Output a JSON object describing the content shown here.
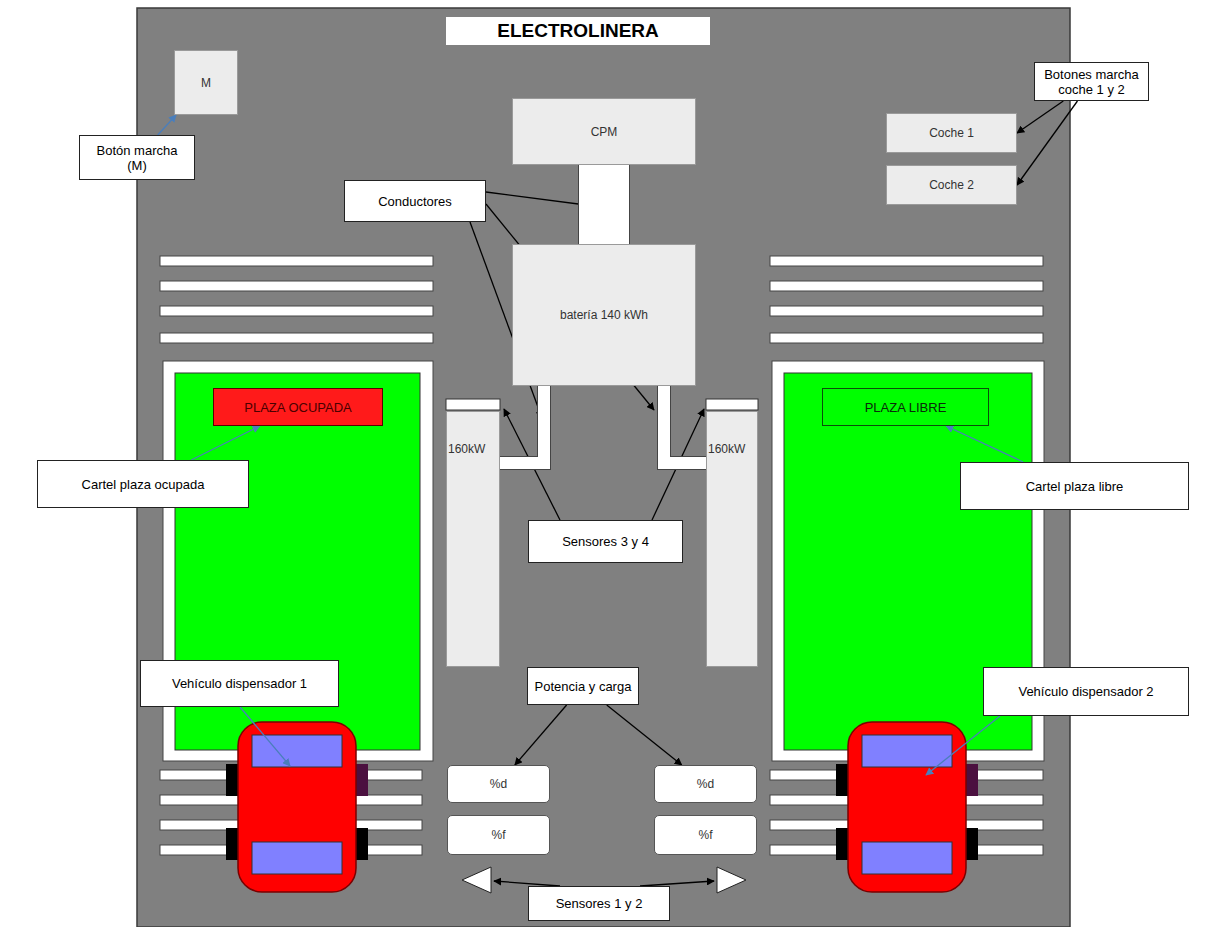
{
  "diagram": {
    "title": "ELECTROLINERA",
    "nodes": [
      {
        "text": [
          "M"
        ]
      },
      {
        "text": [
          "Botón marcha (M)"
        ]
      },
      {
        "text": [
          "CPM"
        ]
      },
      {
        "text": [
          "Botones marcha coche 1 y 2"
        ]
      },
      {
        "text": [
          "Coche 1"
        ]
      },
      {
        "text": [
          "Coche 2"
        ]
      },
      {
        "text": [
          "Conductores"
        ]
      },
      {
        "text": [
          "batería 140 kWh"
        ]
      },
      {
        "text": [
          "160kW"
        ]
      },
      {
        "text": [
          "160kW"
        ]
      },
      {
        "text": [
          "PLAZA OCUPADA"
        ]
      },
      {
        "text": [
          "PLAZA LIBRE"
        ]
      },
      {
        "text": [
          "Cartel plaza ocupada"
        ]
      },
      {
        "text": [
          "Cartel plaza libre"
        ]
      },
      {
        "text": [
          "Sensores 3 y 4"
        ]
      },
      {
        "text": [
          "Vehículo dispensador 1"
        ]
      },
      {
        "text": [
          "Potencia y carga"
        ]
      },
      {
        "text": [
          "Vehículo dispensador 2"
        ]
      },
      {
        "text": [
          "%d"
        ]
      },
      {
        "text": [
          "%d"
        ]
      },
      {
        "text": [
          "%f"
        ]
      },
      {
        "text": [
          "%f"
        ]
      },
      {
        "text": [
          "Sensores 1 y 2"
        ]
      }
    ],
    "edges": [
      {
        "from": 1,
        "to": 0,
        "arrow": "to"
      },
      {
        "from": 3,
        "to": 4,
        "arrow": "to"
      },
      {
        "from": 3,
        "to": 5,
        "arrow": "to"
      },
      {
        "from": 2,
        "to": 7,
        "arrow": "none"
      },
      {
        "from": 7,
        "to": 8,
        "arrow": "none"
      },
      {
        "from": 7,
        "to": 9,
        "arrow": "none"
      },
      {
        "from": 12,
        "to": 10,
        "arrow": "to"
      },
      {
        "from": 13,
        "to": 11,
        "arrow": "to"
      },
      {
        "from": 16,
        "to": 18,
        "arrow": "to"
      },
      {
        "from": 16,
        "to": 19,
        "arrow": "to"
      }
    ]
  }
}
